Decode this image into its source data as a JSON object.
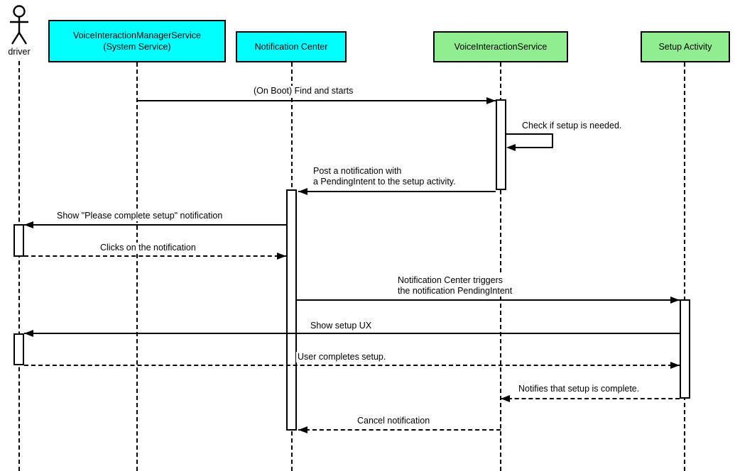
{
  "diagram_type": "uml-sequence-diagram",
  "colors": {
    "actor_cyan": "#00ffff",
    "actor_green": "#90ee90",
    "line": "#000000",
    "background": "#ffffff"
  },
  "participants": {
    "driver": {
      "label": "driver",
      "kind": "actor"
    },
    "vims": {
      "line1": "VoiceInteractionManagerService",
      "line2": "(System Service)",
      "fill": "cyan"
    },
    "notification_center": {
      "label": "Notification Center",
      "fill": "cyan"
    },
    "vis": {
      "label": "VoiceInteractionService",
      "fill": "green"
    },
    "setup_activity": {
      "label": "Setup Activity",
      "fill": "green"
    }
  },
  "messages": {
    "on_boot_find": {
      "label": "(On Boot) Find and starts",
      "from": "VoiceInteractionManagerService (System Service)",
      "to": "VoiceInteractionService",
      "line": "solid"
    },
    "check_setup": {
      "label": "Check if setup is needed.",
      "from": "VoiceInteractionService",
      "to": "VoiceInteractionService",
      "line": "solid"
    },
    "post_notification": {
      "line1": "Post a notification with",
      "line2": "a PendingIntent to the setup activity.",
      "from": "VoiceInteractionService",
      "to": "Notification Center",
      "line": "solid"
    },
    "show_notification": {
      "label": "Show \"Please complete setup\" notification",
      "from": "Notification Center",
      "to": "driver",
      "line": "solid"
    },
    "clicks_notification": {
      "label": "Clicks on the notification",
      "from": "driver",
      "to": "Notification Center",
      "line": "dashed"
    },
    "trigger_pendingintent": {
      "line1": "Notification Center triggers",
      "line2": "the notification PendingIntent",
      "from": "Notification Center",
      "to": "Setup Activity",
      "line": "solid"
    },
    "show_setup_ux": {
      "label": "Show setup UX",
      "from": "Setup Activity",
      "to": "driver",
      "line": "solid"
    },
    "user_completes_setup": {
      "label": "User completes setup.",
      "from": "driver",
      "to": "Setup Activity",
      "line": "dashed"
    },
    "notifies_complete": {
      "label": "Notifies that setup is complete.",
      "from": "Setup Activity",
      "to": "VoiceInteractionService",
      "line": "dashed"
    },
    "cancel_notification": {
      "label": "Cancel notification",
      "from": "VoiceInteractionService",
      "to": "Notification Center",
      "line": "dashed"
    }
  }
}
